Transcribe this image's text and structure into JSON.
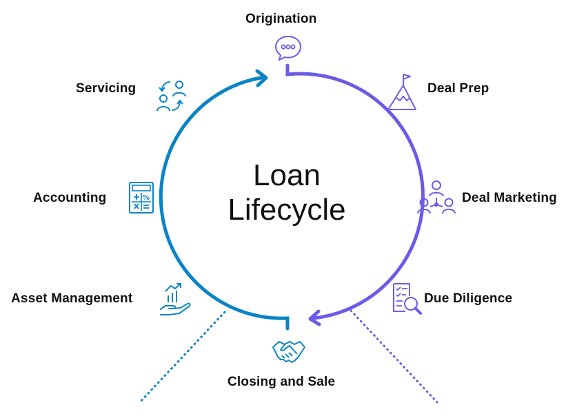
{
  "title_lines": [
    "Loan",
    "Lifecycle"
  ],
  "stages": [
    {
      "label": "Origination",
      "icon": "chat-bubble-icon",
      "color": "#6B5CE7"
    },
    {
      "label": "Deal Prep",
      "icon": "mountain-flag-icon",
      "color": "#6B5CE7"
    },
    {
      "label": "Deal Marketing",
      "icon": "people-network-icon",
      "color": "#6B5CE7"
    },
    {
      "label": "Due Diligence",
      "icon": "checklist-magnifier-icon",
      "color": "#6B5CE7"
    },
    {
      "label": "Closing and Sale",
      "icon": "handshake-icon",
      "color": "#0A84C6"
    },
    {
      "label": "Asset Management",
      "icon": "hand-growth-chart-icon",
      "color": "#0A84C6"
    },
    {
      "label": "Accounting",
      "icon": "calculator-icon",
      "color": "#0A84C6"
    },
    {
      "label": "Servicing",
      "icon": "people-cycle-icon",
      "color": "#0A84C6"
    }
  ],
  "colors": {
    "purple": "#6B5CE7",
    "blue": "#0A84C6",
    "text": "#111111"
  }
}
